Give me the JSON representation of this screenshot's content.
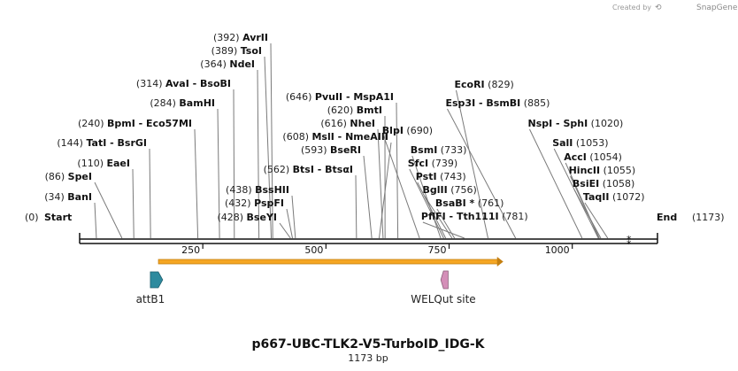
{
  "credit": {
    "prefix": "Created by",
    "brand": "SnapGene"
  },
  "map": {
    "title": "p667-UBC-TLK2-V5-TurboID_IDG-K",
    "length_label": "1173 bp",
    "length_bp": 1173,
    "ruler_ticks": [
      250,
      500,
      750,
      1000
    ],
    "start_label": "Start",
    "start_pos": "(0)",
    "end_label": "End",
    "end_pos": "(1173)"
  },
  "sites": [
    {
      "pos": 34,
      "pos_label": "(34)",
      "names": [
        "BanI"
      ]
    },
    {
      "pos": 86,
      "pos_label": "(86)",
      "names": [
        "SpeI"
      ]
    },
    {
      "pos": 110,
      "pos_label": "(110)",
      "names": [
        "EaeI"
      ]
    },
    {
      "pos": 144,
      "pos_label": "(144)",
      "names": [
        "TatI",
        "BsrGI"
      ]
    },
    {
      "pos": 240,
      "pos_label": "(240)",
      "names": [
        "BpmI",
        "Eco57MI"
      ]
    },
    {
      "pos": 284,
      "pos_label": "(284)",
      "names": [
        "BamHI"
      ]
    },
    {
      "pos": 314,
      "pos_label": "(314)",
      "names": [
        "AvaI",
        "BsoBI"
      ]
    },
    {
      "pos": 364,
      "pos_label": "(364)",
      "names": [
        "NdeI"
      ]
    },
    {
      "pos": 389,
      "pos_label": "(389)",
      "names": [
        "TsoI"
      ]
    },
    {
      "pos": 392,
      "pos_label": "(392)",
      "names": [
        "AvrII"
      ]
    },
    {
      "pos": 428,
      "pos_label": "(428)",
      "names": [
        "BseYI"
      ]
    },
    {
      "pos": 432,
      "pos_label": "(432)",
      "names": [
        "PspFI"
      ]
    },
    {
      "pos": 438,
      "pos_label": "(438)",
      "names": [
        "BssHII"
      ]
    },
    {
      "pos": 562,
      "pos_label": "(562)",
      "names": [
        "BtsI",
        "BtsαI"
      ]
    },
    {
      "pos": 593,
      "pos_label": "(593)",
      "names": [
        "BseRI"
      ]
    },
    {
      "pos": 608,
      "pos_label": "(608)",
      "names": [
        "MslI",
        "NmeAIII"
      ]
    },
    {
      "pos": 616,
      "pos_label": "(616)",
      "names": [
        "NheI"
      ]
    },
    {
      "pos": 620,
      "pos_label": "(620)",
      "names": [
        "BmtI"
      ]
    },
    {
      "pos": 646,
      "pos_label": "(646)",
      "names": [
        "PvuII",
        "MspA1I"
      ]
    },
    {
      "pos": 690,
      "pos_label": "(690)",
      "names": [
        "BlpI"
      ]
    },
    {
      "pos": 733,
      "pos_label": "(733)",
      "names": [
        "BsmI"
      ]
    },
    {
      "pos": 739,
      "pos_label": "(739)",
      "names": [
        "SfcI"
      ]
    },
    {
      "pos": 743,
      "pos_label": "(743)",
      "names": [
        "PstI"
      ]
    },
    {
      "pos": 756,
      "pos_label": "(756)",
      "names": [
        "BglII"
      ]
    },
    {
      "pos": 761,
      "pos_label": "(761)",
      "names": [
        "BsaBI *"
      ]
    },
    {
      "pos": 781,
      "pos_label": "(781)",
      "names": [
        "PflFI",
        "Tth111I"
      ]
    },
    {
      "pos": 829,
      "pos_label": "(829)",
      "names": [
        "EcoRI"
      ]
    },
    {
      "pos": 885,
      "pos_label": "(885)",
      "names": [
        "Esp3I",
        "BsmBI"
      ]
    },
    {
      "pos": 1020,
      "pos_label": "(1020)",
      "names": [
        "NspI",
        "SphI"
      ]
    },
    {
      "pos": 1053,
      "pos_label": "(1053)",
      "names": [
        "SalI"
      ]
    },
    {
      "pos": 1054,
      "pos_label": "(1054)",
      "names": [
        "AccI"
      ]
    },
    {
      "pos": 1055,
      "pos_label": "(1055)",
      "names": [
        "HincII"
      ]
    },
    {
      "pos": 1058,
      "pos_label": "(1058)",
      "names": [
        "BsiEI"
      ]
    },
    {
      "pos": 1072,
      "pos_label": "(1072)",
      "names": [
        "TaqII"
      ]
    }
  ],
  "features": [
    {
      "name": "ORF",
      "label": "",
      "start": 160,
      "end": 860,
      "color": "#f5a623"
    },
    {
      "name": "attB1",
      "label": "attB1",
      "start": 140,
      "end": 165,
      "color": "#2e8a9e"
    },
    {
      "name": "WELQut site",
      "label": "WELQut site",
      "start": 735,
      "end": 748,
      "color": "#d48fb8"
    }
  ]
}
